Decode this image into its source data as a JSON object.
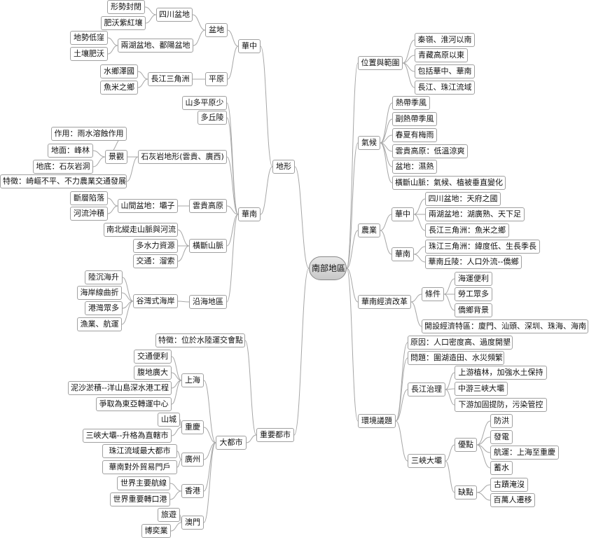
{
  "root": "南部地區",
  "labels": {
    "L01": "形勢封閉",
    "L02": "肥沃紫紅壤",
    "L03": "四川盆地",
    "L04": "地勢低窪",
    "L05": "土壤肥沃",
    "L06": "兩湖盆地、鄱陽盆地",
    "L07": "盆地",
    "L08": "華中",
    "L09": "水鄉澤國",
    "L10": "魚米之鄉",
    "L11": "長江三角洲",
    "L12": "平原",
    "L13": "山多平原少",
    "L14": "多丘陵",
    "L15": "作用：雨水溶蝕作用",
    "L16": "地面：峰林",
    "L17": "景觀",
    "L18": "地底：石灰岩洞",
    "L19": "石灰岩地形(雲貴、廣西)",
    "L20": "地形",
    "L21": "特徵：崎嶇不平、不力農業交通發展",
    "L22": "斷層陷落",
    "L23": "山間盆地：壩子",
    "L24": "雲貴高原",
    "L25": "河流沖積",
    "L26": "華南",
    "L27": "南北縱走山脈與河流",
    "L28": "多水力資源",
    "L29": "橫斷山脈",
    "L30": "交通：溜索",
    "L31": "陸沉海升",
    "L32": "海岸線曲折",
    "L33": "谷灣式海岸",
    "L34": "沿海地區",
    "L35": "港灣眾多",
    "L36": "漁業、航運",
    "L37": "特徵：位於水陸運交會點",
    "L38": "交通便利",
    "L39": "腹地廣大",
    "L40": "泥沙淤積--洋山島深水港工程",
    "L41": "上海",
    "L42": "爭取為東亞轉運中心",
    "L43": "山城",
    "L44": "重慶",
    "L45": "三峽大壩--升格為直轄市",
    "L46": "珠江流域最大都市",
    "L47": "廣州",
    "L48": "大都市",
    "L49": "重要都市",
    "L50": "華南對外貿易門戶",
    "L51": "世界主要航線",
    "L52": "香港",
    "L53": "世界重要轉口港",
    "L54": "旅遊",
    "L55": "澳門",
    "L56": "博奕業",
    "R01": "秦嶺、淮河以南",
    "R02": "青藏高原以東",
    "R03": "位置與範圍",
    "R04": "包括華中、華南",
    "R05": "長江、珠江流域",
    "R06": "熱帶季風",
    "R07": "副熱帶季風",
    "R08": "春夏有梅雨",
    "R09": "氣候",
    "R10": "雲貴高原：低溫涼爽",
    "R11": "盆地：濕熱",
    "R12": "橫斷山脈：氣候、植被垂直變化",
    "R13": "四川盆地：天府之國",
    "R14": "華中",
    "R15": "兩湖盆地：湖廣熟、天下足",
    "R16": "長江三角洲：魚米之鄉",
    "R17": "農業",
    "R18": "珠江三角洲：緯度低、生長季長",
    "R19": "華南",
    "R20": "華南丘陵：人口外流--僑鄉",
    "R21": "海運便利",
    "R22": "勞工眾多",
    "R23": "條件",
    "R24": "華南經濟改革",
    "R25": "僑鄉背景",
    "R26": "開設經濟特區：廈門、汕頭、深圳、珠海、海南",
    "R27": "原因：人口密度高、過度開墾",
    "R28": "問題：圍湖造田、水災頻繁",
    "R29": "上游植林，加強水土保持",
    "R30": "長江治理",
    "R31": "中游三峽大壩",
    "R32": "下游加固提防，污染管控",
    "R33": "環境議題",
    "R34": "防洪",
    "R35": "發電",
    "R36": "優點",
    "R37": "航運：上海至重慶",
    "R38": "三峽大壩",
    "R39": "蓄水",
    "R40": "古蹟淹沒",
    "R41": "缺點",
    "R42": "百萬人遷移"
  }
}
